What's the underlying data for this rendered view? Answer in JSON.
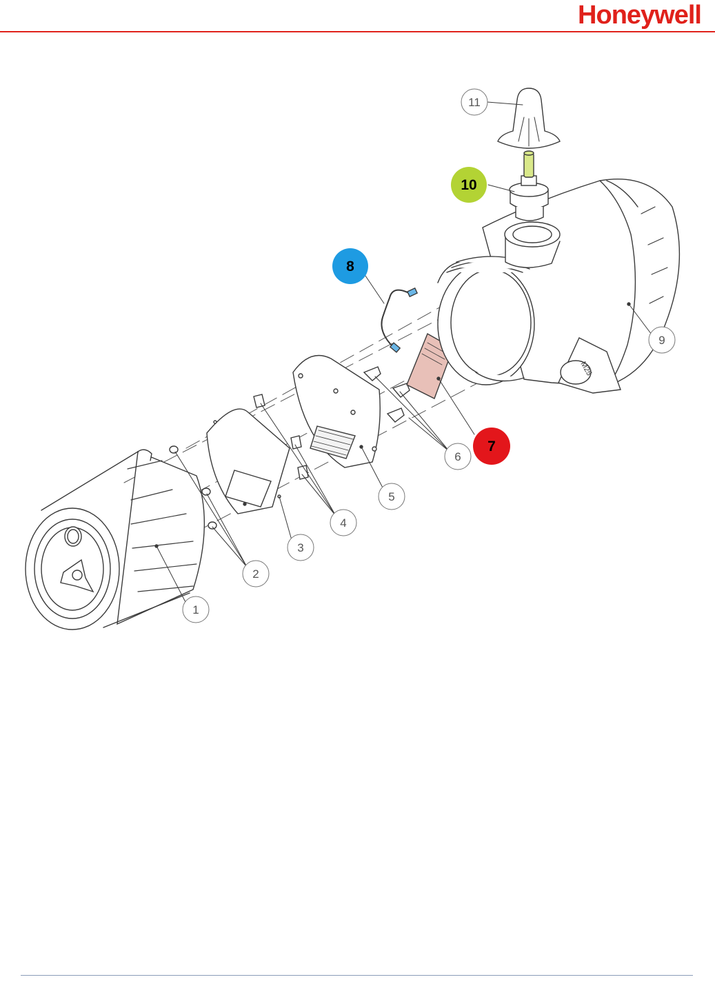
{
  "header": {
    "brand": "Honeywell",
    "brand_color": "#e0211b",
    "rule_color": "#e0211b"
  },
  "footer": {
    "rule_color": "#8a9bb8"
  },
  "diagram": {
    "callouts": [
      {
        "id": "1",
        "label": "1",
        "highlight": false
      },
      {
        "id": "2",
        "label": "2",
        "highlight": false
      },
      {
        "id": "3",
        "label": "3",
        "highlight": false
      },
      {
        "id": "4",
        "label": "4",
        "highlight": false
      },
      {
        "id": "5",
        "label": "5",
        "highlight": false
      },
      {
        "id": "6",
        "label": "6",
        "highlight": false
      },
      {
        "id": "7",
        "label": "7",
        "highlight": true,
        "color": "#e3161b"
      },
      {
        "id": "8",
        "label": "8",
        "highlight": true,
        "color": "#1e9be2"
      },
      {
        "id": "9",
        "label": "9",
        "highlight": false
      },
      {
        "id": "10",
        "label": "10",
        "highlight": true,
        "color": "#b3d334"
      },
      {
        "id": "11",
        "label": "11",
        "highlight": false
      }
    ],
    "colors": {
      "line": "#3a3a3a",
      "board": "#e8c0b8",
      "sensor": "#d9e88a",
      "connector_blue": "#6ab6e6"
    }
  }
}
